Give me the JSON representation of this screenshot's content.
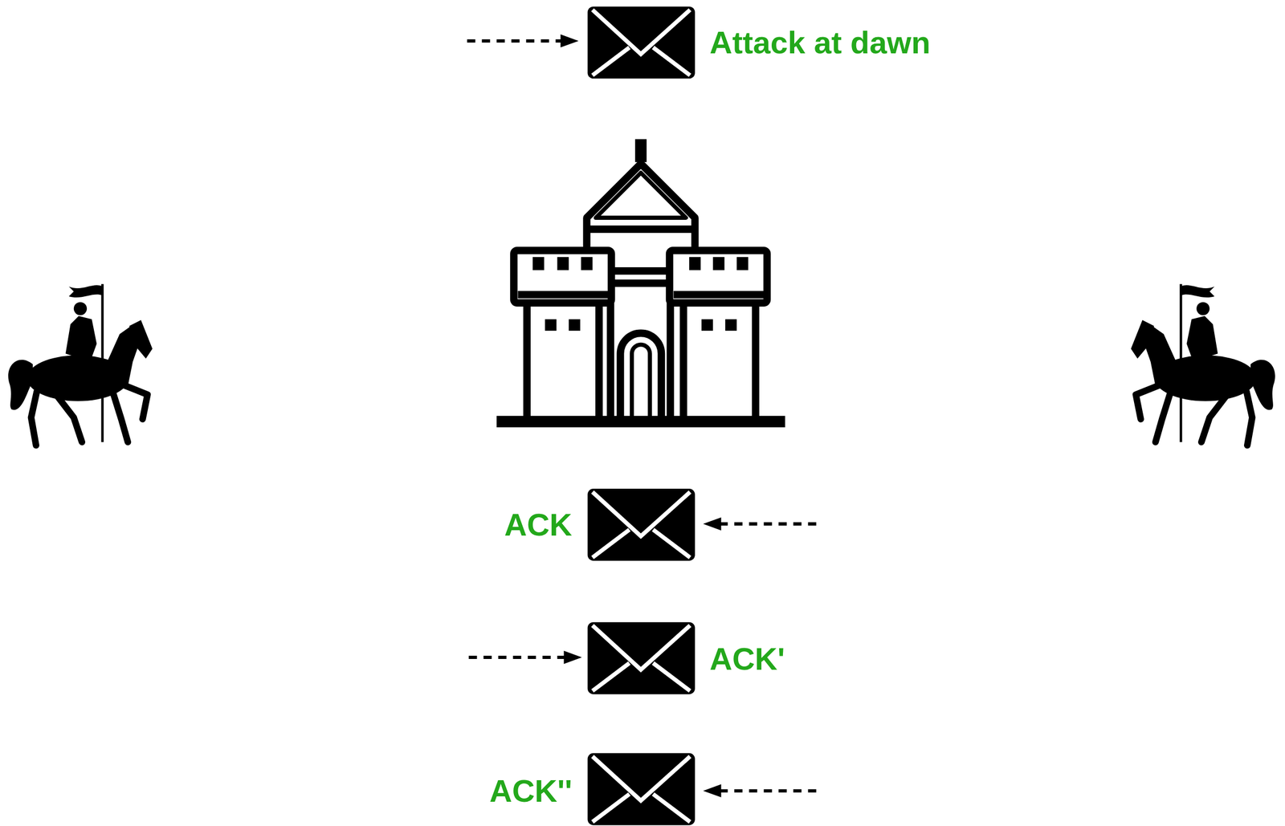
{
  "diagram": {
    "labels": [
      "Attack at dawn",
      "ACK",
      "ACK'",
      "ACK''"
    ]
  }
}
